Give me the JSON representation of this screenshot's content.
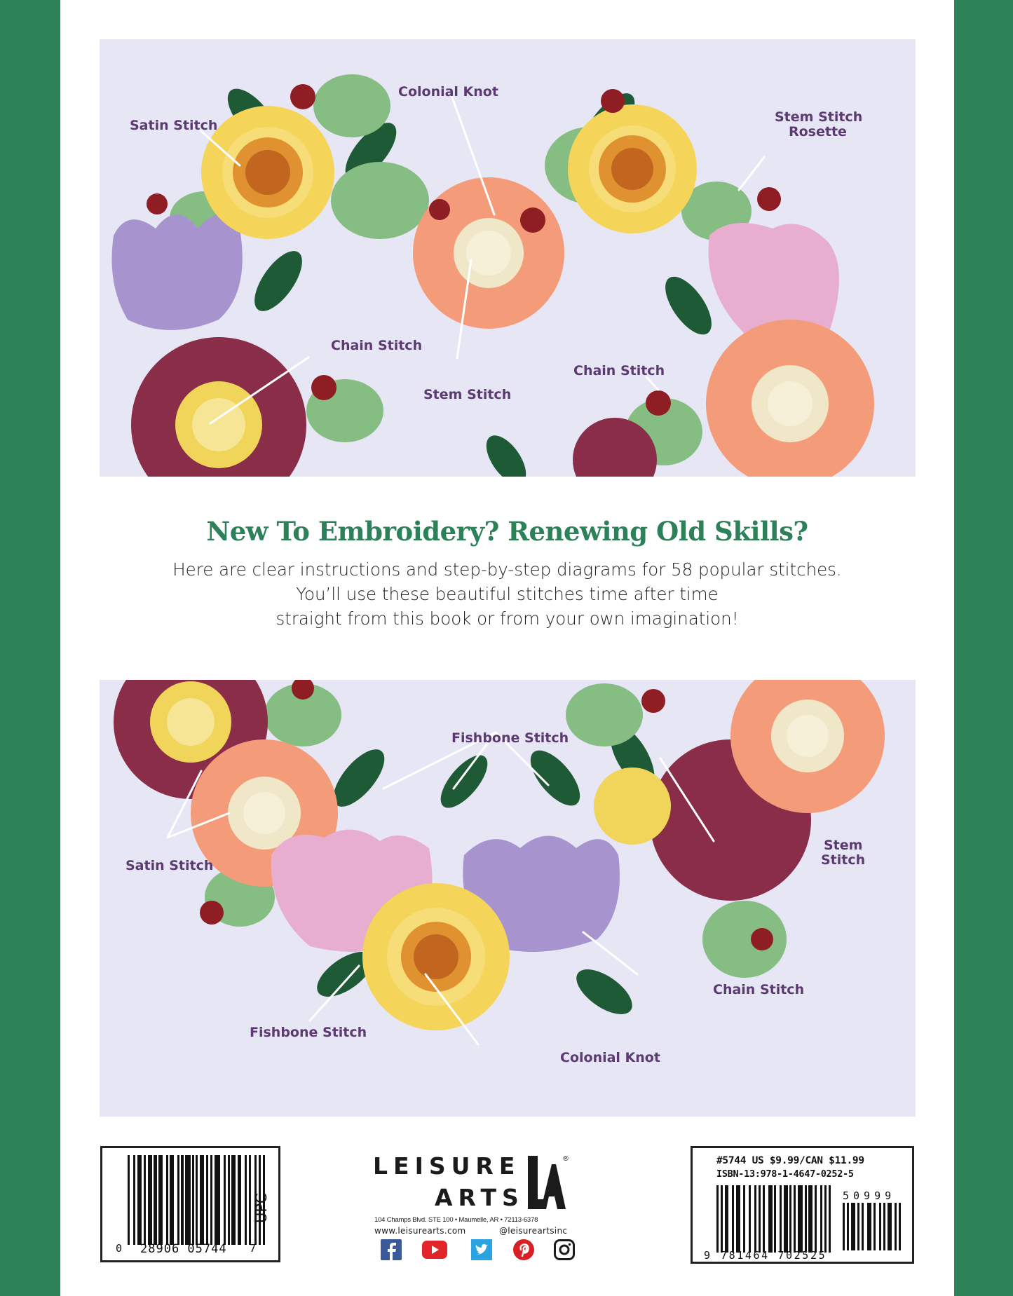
{
  "page": {
    "type": "book back cover",
    "colors": {
      "side_band": "#2c8159",
      "headline": "#2c8159",
      "label": "#5a3a70",
      "photo_background": "#e6e6f4"
    }
  },
  "top_photo": {
    "labels": [
      {
        "id": "satin",
        "text": "Satin Stitch"
      },
      {
        "id": "colonial",
        "text": "Colonial Knot"
      },
      {
        "id": "rosette_line1",
        "text": "Stem Stitch"
      },
      {
        "id": "rosette_line2",
        "text": "Rosette"
      },
      {
        "id": "chain_left",
        "text": "Chain Stitch"
      },
      {
        "id": "stem",
        "text": "Stem Stitch"
      },
      {
        "id": "chain_right",
        "text": "Chain Stitch"
      }
    ]
  },
  "headline": "New To Embroidery? Renewing Old Skills?",
  "blurb": {
    "line1": "Here are clear instructions and step-by-step diagrams for 58 popular stitches.",
    "line2": "You’ll use these beautiful stitches time after time",
    "line3": "straight from this book or from your own imagination!"
  },
  "bottom_photo": {
    "labels": [
      {
        "id": "fishbone_top",
        "text": "Fishbone Stitch"
      },
      {
        "id": "stem_line1",
        "text": "Stem"
      },
      {
        "id": "stem_line2",
        "text": "Stitch"
      },
      {
        "id": "satin",
        "text": "Satin Stitch"
      },
      {
        "id": "chain",
        "text": "Chain Stitch"
      },
      {
        "id": "fishbone_bottom",
        "text": "Fishbone Stitch"
      },
      {
        "id": "colonial",
        "text": "Colonial Knot"
      }
    ]
  },
  "upc": {
    "label": "UPC",
    "digit_left": "0",
    "digits_main": "28906 05744",
    "digit_right": "7"
  },
  "publisher": {
    "name_line1": "LEISURE",
    "name_line2": "ARTS",
    "mark": "LA",
    "registered": "®",
    "address": "104 Champs Blvd. STE 100  •  Maumelle, AR  •  72113-6378",
    "website": "www.leisurearts.com",
    "social_handle": "@leisureartsinc",
    "social_icons": [
      "facebook-icon",
      "youtube-icon",
      "twitter-icon",
      "pinterest-icon",
      "instagram-icon"
    ]
  },
  "isbn_block": {
    "price": "#5744 US $9.99/CAN $11.99",
    "isbn": "ISBN-13:978-1-4647-0252-5",
    "digit_left": "9",
    "digits_main": "781464 702525",
    "addon": "50999"
  }
}
